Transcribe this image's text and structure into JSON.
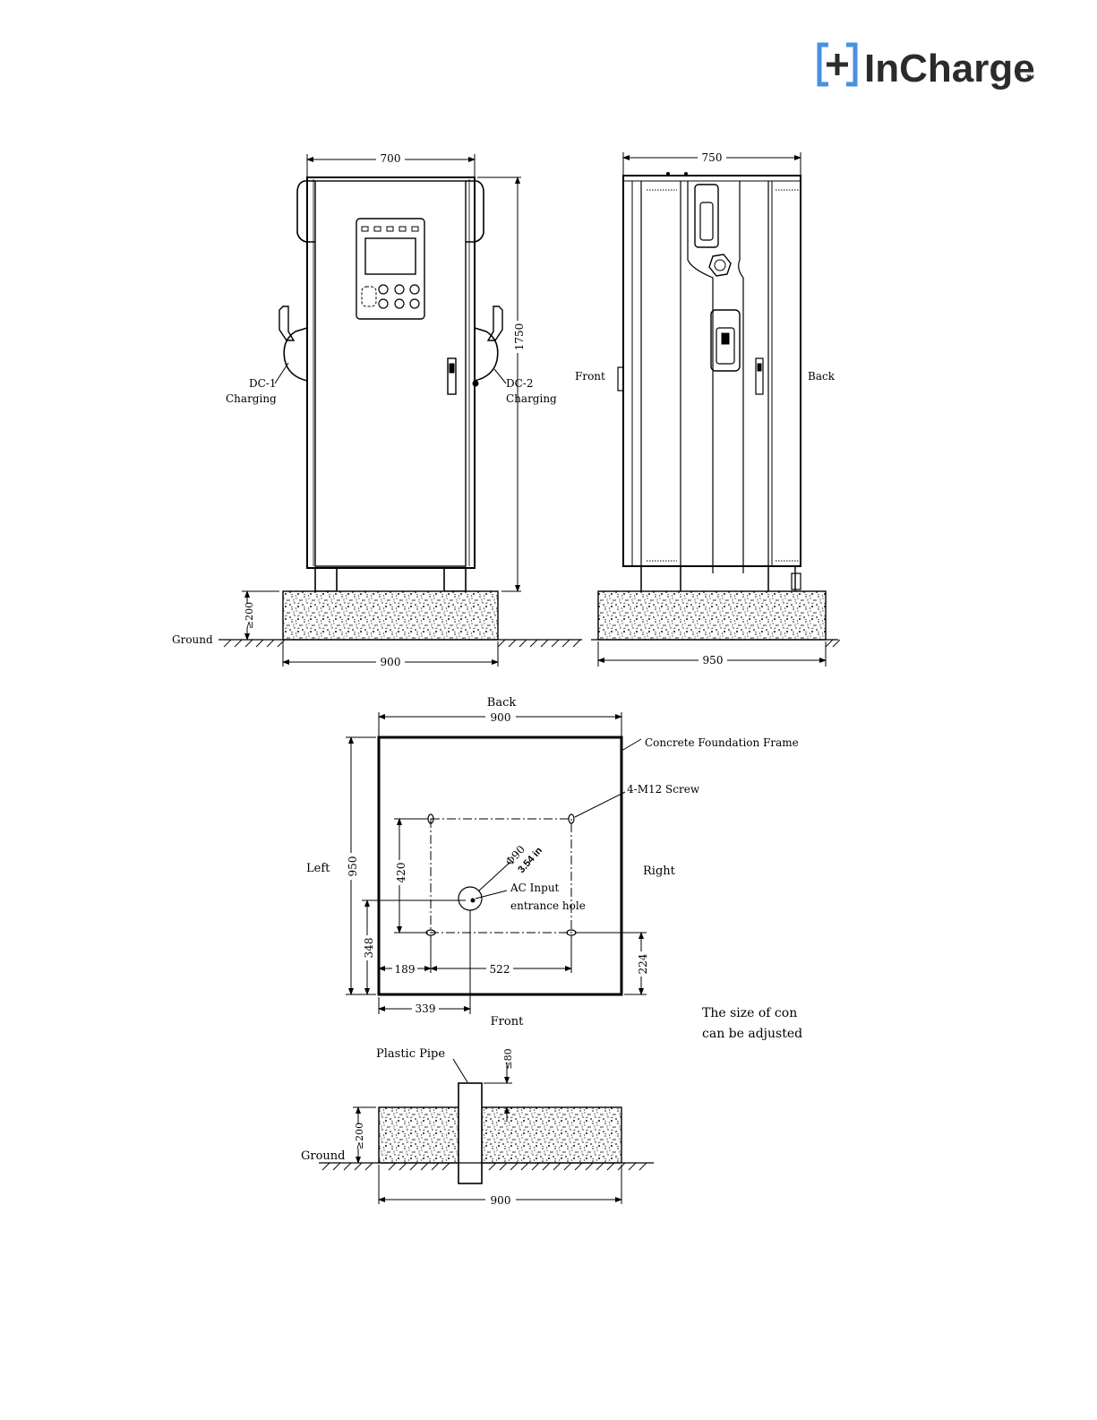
{
  "brand": {
    "logo_icon": "plus-bracket-icon",
    "name": "InCharge",
    "tm": "TM",
    "accent": "#4a90e2",
    "text_color": "#2b2b2b"
  },
  "front_view": {
    "width_label": "700",
    "height_label": "1750",
    "left_connector_label_1": "DC-1",
    "left_connector_label_2": "Charging",
    "right_connector_label_1": "DC-2",
    "right_connector_label_2": "Charging",
    "ground_label": "Ground",
    "base_height_label": "≥200",
    "base_width_label": "900"
  },
  "side_view": {
    "width_label": "750",
    "front_label": "Front",
    "back_label": "Back",
    "base_width_label": "950"
  },
  "plan_view": {
    "back_label": "Back",
    "width_label": "900",
    "frame_label": "Concrete Foundation Frame",
    "screw_label": "4-M12 Screw",
    "left_label": "Left",
    "right_label": "Right",
    "front_label": "Front",
    "depth_label": "950",
    "bolt_spacing_v": "420",
    "hole_diameter_label": "Φ90",
    "hole_diameter_inches": "3.54 in",
    "ac_input_label_1": "AC Input",
    "ac_input_label_2": "entrance hole",
    "hole_offset_bottom": "348",
    "bolt_offset_left": "189",
    "bolt_spacing_h": "522",
    "bolt_offset_bottom": "224",
    "hole_offset_left": "339",
    "note_line_1": "The size of con",
    "note_line_2": "can be adjusted"
  },
  "section_view": {
    "pipe_label": "Plastic Pipe",
    "pipe_height_label": "≤80",
    "ground_label": "Ground",
    "depth_label": "≥200",
    "width_label": "900"
  }
}
